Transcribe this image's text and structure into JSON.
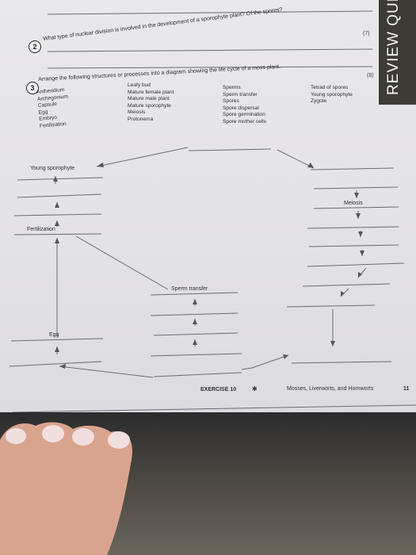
{
  "q2": {
    "number": "2",
    "text": "What type of nuclear division is involved in the development of a sporophyte plant? Of the spores?",
    "marks": "(7)"
  },
  "q3": {
    "number": "3",
    "text": "Arrange the following structures or processes into a diagram showing the life cycle of a moss plant.",
    "marks": "(8)",
    "terms": [
      [
        "Antheridium",
        "Archegonium",
        "Capsule",
        "Egg",
        "Embryo",
        "Fertilization"
      ],
      [
        "Leafy bud",
        "Mature female plant",
        "Mature male plant",
        "Mature sporophyte",
        "Meiosis",
        "Protonema"
      ],
      [
        "Sperms",
        "Sperm transfer",
        "Spores",
        "Spore dispersal",
        "Spore germination",
        "Spore mother cells"
      ],
      [
        "Tetrad of spores",
        "Young sporophyte",
        "Zygote"
      ]
    ]
  },
  "diagram": {
    "labels": [
      "Young sporophyte",
      "Fertilization",
      "Egg",
      "Sperm transfer",
      "Meiosis"
    ]
  },
  "side_tab": "REVIEW QUEST",
  "footer": {
    "exercise": "EXERCISE 10",
    "title": "Mosses, Liverworts, and Hornworts",
    "page": "11"
  }
}
